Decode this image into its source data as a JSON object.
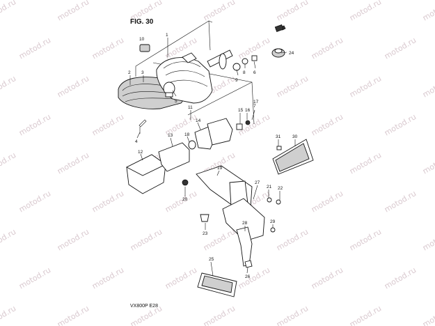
{
  "figure": {
    "title": "FIG. 30",
    "caption": "VX800P  E28"
  },
  "watermark": {
    "text": "motod.ru"
  },
  "callouts": [
    {
      "id": "1",
      "label": "1"
    },
    {
      "id": "2",
      "label": "2"
    },
    {
      "id": "3",
      "label": "3"
    },
    {
      "id": "4",
      "label": "4"
    },
    {
      "id": "5",
      "label": "5"
    },
    {
      "id": "6",
      "label": "6"
    },
    {
      "id": "7",
      "label": "7"
    },
    {
      "id": "8",
      "label": "8"
    },
    {
      "id": "9",
      "label": "9"
    },
    {
      "id": "10",
      "label": "10"
    },
    {
      "id": "11",
      "label": "11"
    },
    {
      "id": "12",
      "label": "12"
    },
    {
      "id": "13",
      "label": "13"
    },
    {
      "id": "14",
      "label": "14"
    },
    {
      "id": "15",
      "label": "15"
    },
    {
      "id": "16",
      "label": "16"
    },
    {
      "id": "17",
      "label": "17"
    },
    {
      "id": "18",
      "label": "18"
    },
    {
      "id": "19",
      "label": "19"
    },
    {
      "id": "20",
      "label": "20"
    },
    {
      "id": "21",
      "label": "21"
    },
    {
      "id": "22",
      "label": "22"
    },
    {
      "id": "23",
      "label": "23"
    },
    {
      "id": "24",
      "label": "24"
    },
    {
      "id": "25",
      "label": "25"
    },
    {
      "id": "26",
      "label": "26"
    },
    {
      "id": "27",
      "label": "27"
    },
    {
      "id": "28",
      "label": "28"
    },
    {
      "id": "29",
      "label": "29"
    },
    {
      "id": "30",
      "label": "30"
    },
    {
      "id": "31",
      "label": "31"
    }
  ]
}
